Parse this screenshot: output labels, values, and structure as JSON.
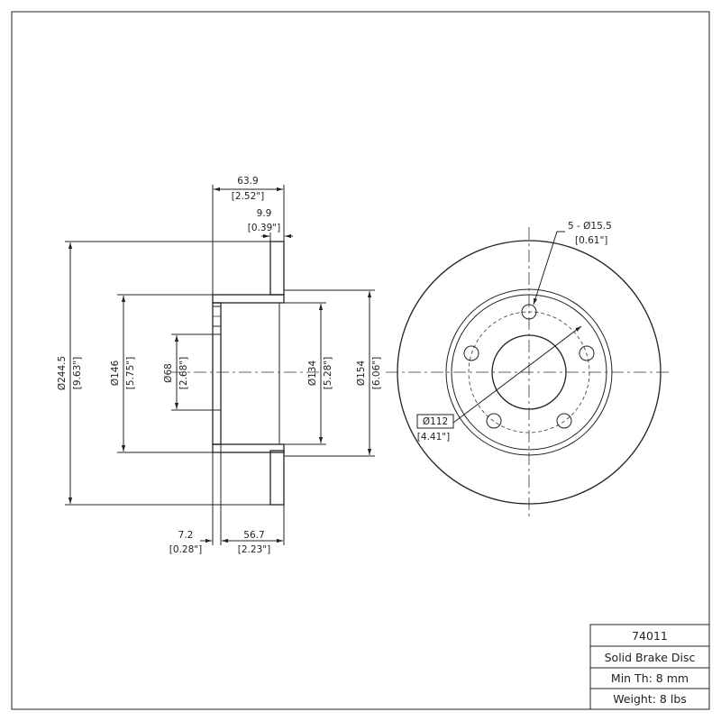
{
  "title_block": {
    "part_number": "74011",
    "description": "Solid Brake Disc",
    "min_thickness": "Min Th: 8 mm",
    "weight": "Weight: 8 lbs"
  },
  "dimensions": {
    "overall_width": {
      "mm": "63.9",
      "in": "[2.52\"]"
    },
    "disc_thickness": {
      "mm": "9.9",
      "in": "[0.39\"]"
    },
    "bolt_holes": {
      "mm": "5 - Ø15.5",
      "in": "[0.61\"]"
    },
    "outer_diameter": {
      "mm": "Ø244.5",
      "in": "[9.63\"]"
    },
    "hat_diameter": {
      "mm": "Ø146",
      "in": "[5.75\"]"
    },
    "center_bore": {
      "mm": "Ø68",
      "in": "[2.68\"]"
    },
    "inner_diameter": {
      "mm": "Ø134",
      "in": "[5.28\"]"
    },
    "hub_diameter": {
      "mm": "Ø154",
      "in": "[6.06\"]"
    },
    "bolt_circle": {
      "mm": "Ø112",
      "in": "[4.41\"]"
    },
    "hub_face": {
      "mm": "7.2",
      "in": "[0.28\"]"
    },
    "hat_height": {
      "mm": "56.7",
      "in": "[2.23\"]"
    }
  }
}
